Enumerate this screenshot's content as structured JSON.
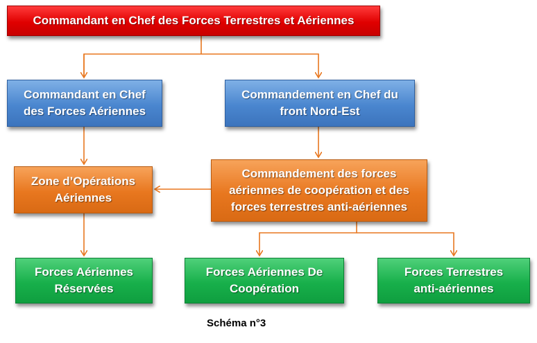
{
  "diagram": {
    "top": "Commandant en Chef des Forces Terrestres et Aériennes",
    "level2": [
      "Commandant en Chef\ndes Forces Aériennes",
      "Commandement en Chef du\nfront Nord-Est"
    ],
    "level3": [
      "Zone d’Opérations\nAériennes",
      "Commandement des forces\naériennes de coopération et des\nforces terrestres anti-aériennes"
    ],
    "level4": [
      "Forces Aériennes\nRéservées",
      "Forces Aériennes De\nCoopération",
      "Forces Terrestres\nanti-aériennes"
    ],
    "caption": "Schéma n°3"
  },
  "colors": {
    "top": "#e00000",
    "level2": "#4a86cf",
    "level3": "#e8771f",
    "level4": "#18b04b",
    "connector": "#e8771f"
  }
}
